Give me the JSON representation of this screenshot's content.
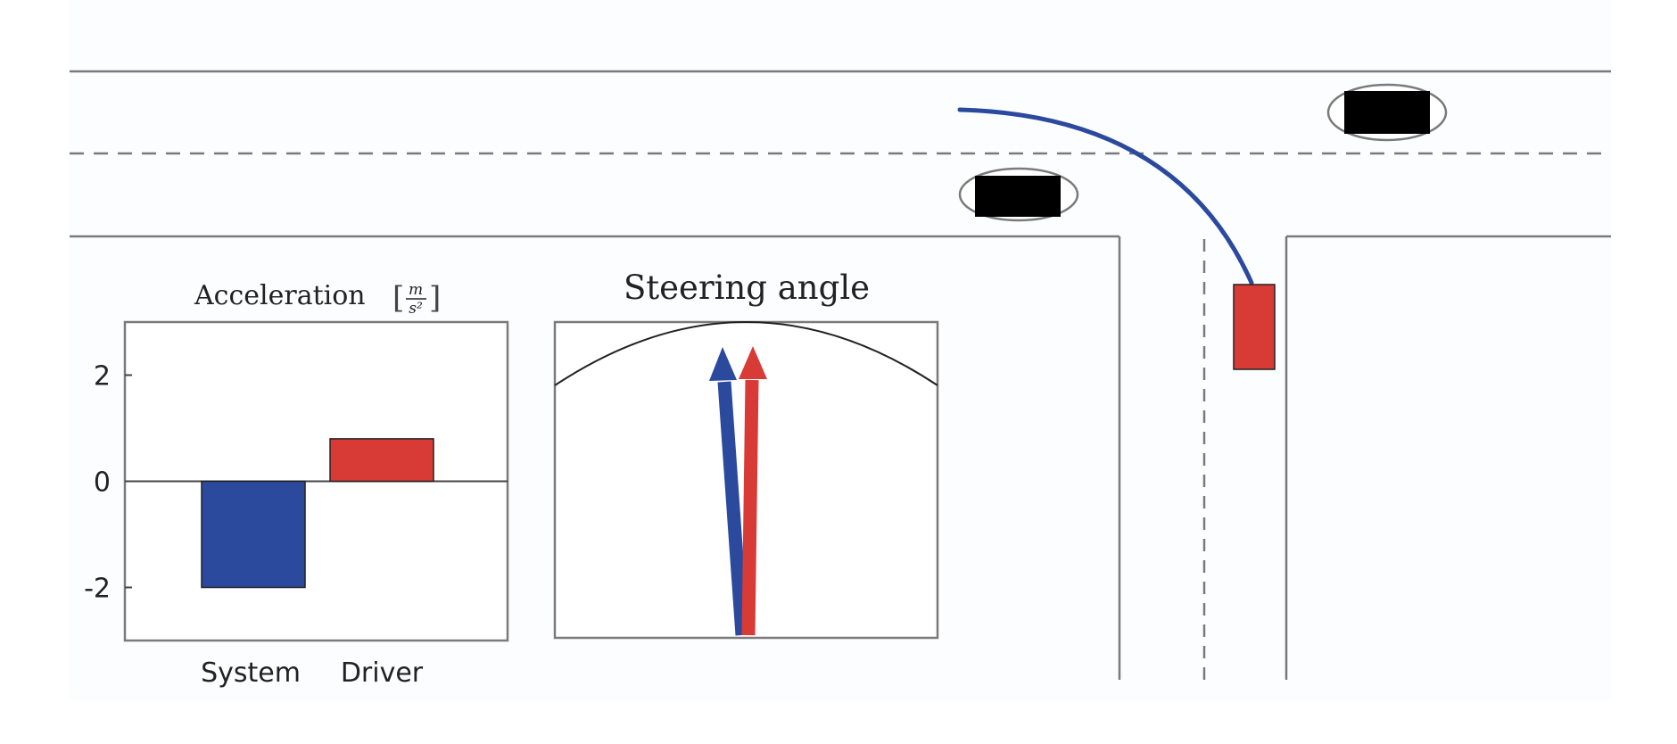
{
  "colors": {
    "background": "#fcfdfe",
    "line": "#7a7a7a",
    "blue": "#2b4a9e",
    "red": "#d83a36",
    "black": "#000000"
  },
  "acceleration_chart": {
    "title_text": "Acceleration",
    "unit_numerator": "m",
    "unit_denominator": "s²",
    "bracket_left": "[",
    "bracket_right": "]"
  },
  "steering_panel": {
    "title": "Steering angle",
    "arrows": [
      {
        "name": "System",
        "color": "#2b4a9e"
      },
      {
        "name": "Driver",
        "color": "#d83a36"
      }
    ]
  },
  "chart_data": {
    "type": "bar",
    "title": "Acceleration [m/s²]",
    "categories": [
      "System",
      "Driver"
    ],
    "values": [
      -2.0,
      0.8
    ],
    "colors": [
      "#2b4a9e",
      "#d83a36"
    ],
    "ylim": [
      -3,
      3
    ],
    "yticks": [
      2,
      0,
      -2
    ],
    "ytick_labels": [
      "2",
      "0",
      "-2"
    ],
    "grid": false
  }
}
